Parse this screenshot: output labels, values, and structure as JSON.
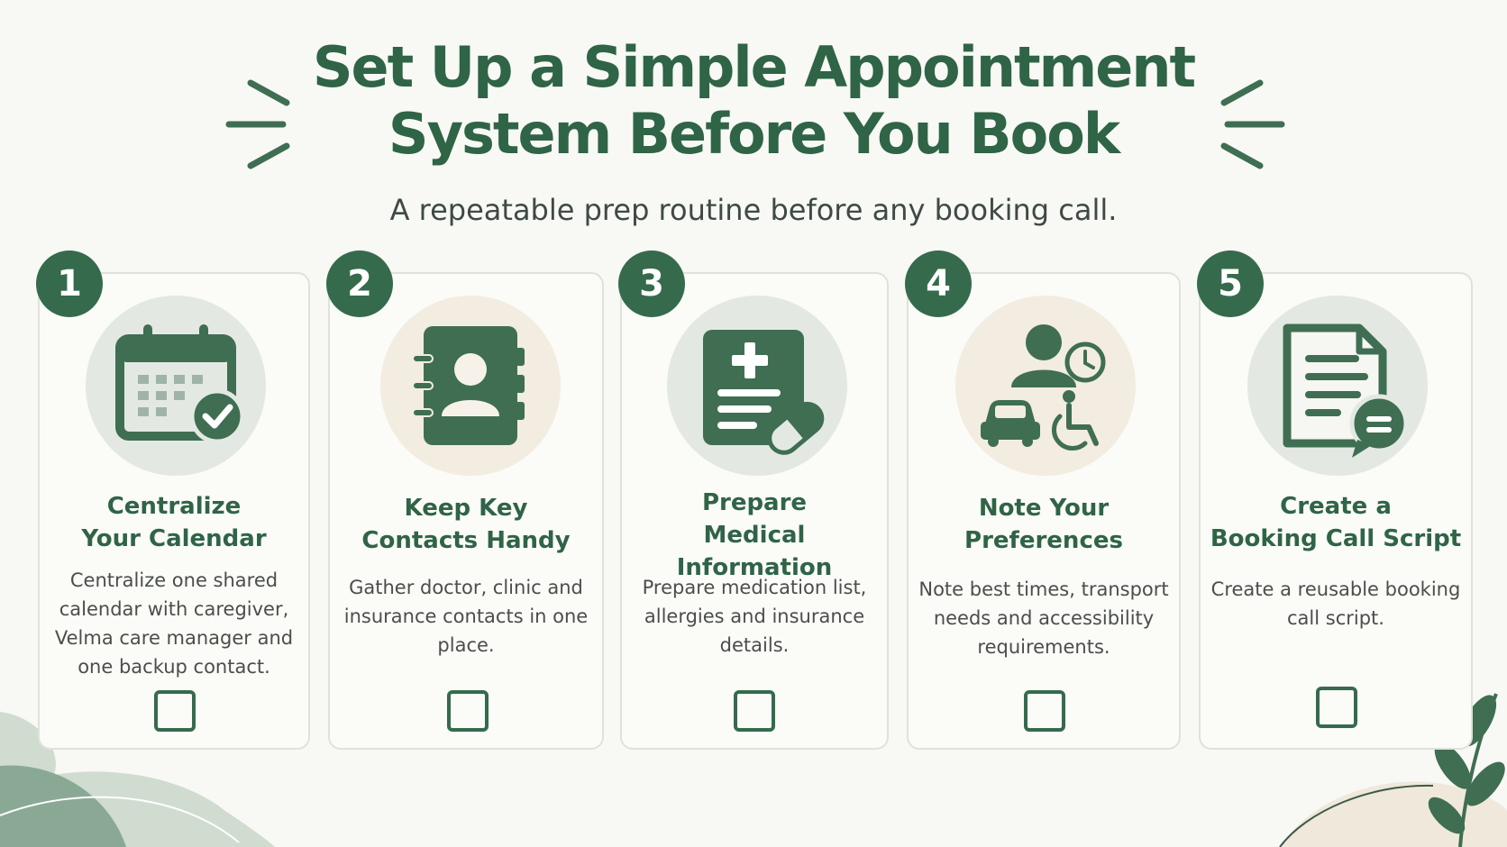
{
  "header": {
    "title_line1": "Set Up a Simple Appointment",
    "title_line2": "System Before You Book",
    "subtitle": "A repeatable prep routine before any booking call."
  },
  "colors": {
    "brand_green": "#356b4c",
    "title_green": "#2f6446",
    "circle_green": "#e3e9e2",
    "circle_beige": "#f3ece0",
    "card_border": "#dfe2dc",
    "background": "#f8f8f5"
  },
  "steps": [
    {
      "number": "1",
      "icon": "calendar-check-icon",
      "title_line1": "Centralize",
      "title_line2": "Your Calendar",
      "description": "Centralize one shared calendar with caregiver, Velma care manager and one backup contact."
    },
    {
      "number": "2",
      "icon": "contact-book-icon",
      "title_line1": "Keep Key",
      "title_line2": "Contacts Handy",
      "description": "Gather doctor, clinic and insurance contacts in one place."
    },
    {
      "number": "3",
      "icon": "medical-record-icon",
      "title_line1": "Prepare",
      "title_line2": "Medical Information",
      "description": "Prepare medication list, allergies and insurance details."
    },
    {
      "number": "4",
      "icon": "preferences-icon",
      "title_line1": "Note Your",
      "title_line2": "Preferences",
      "description": "Note best times, transport needs and accessibility requirements."
    },
    {
      "number": "5",
      "icon": "call-script-icon",
      "title_line1": "Create a",
      "title_line2": "Booking Call Script",
      "description": "Create a reusable booking call script."
    }
  ]
}
